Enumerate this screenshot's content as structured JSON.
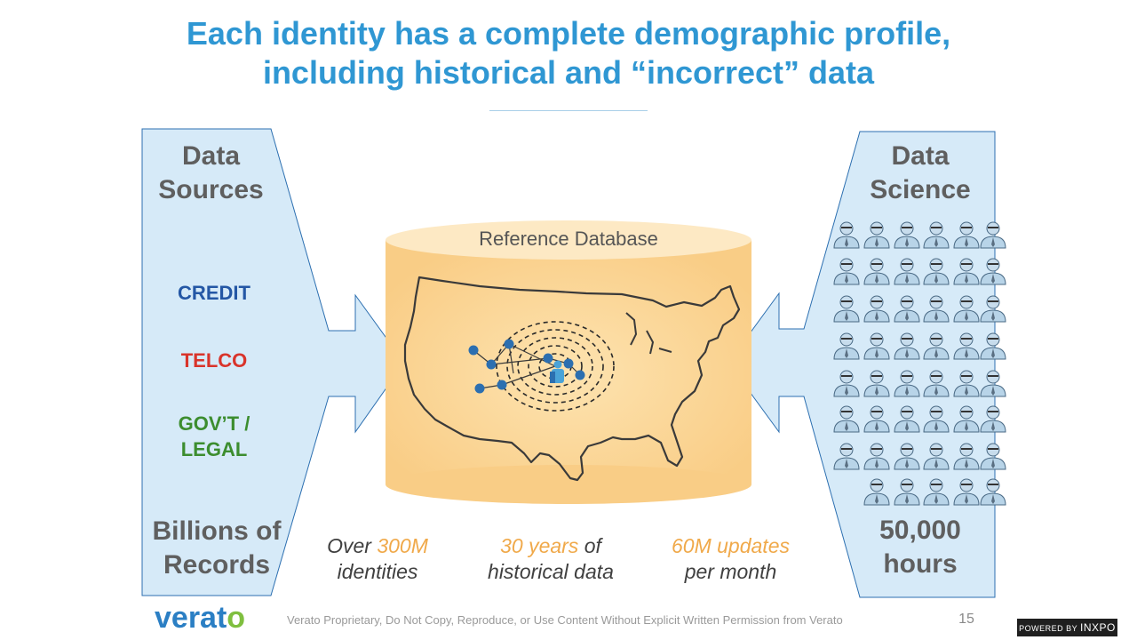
{
  "slide": {
    "title_line1": "Each identity has a complete demographic profile,",
    "title_line2": "including historical and “incorrect” data",
    "page_number": "15"
  },
  "left_panel": {
    "heading_line1": "Data",
    "heading_line2": "Sources",
    "sources": [
      {
        "label": "CREDIT",
        "color": "#2457a5"
      },
      {
        "label": "TELCO",
        "color": "#d9342b"
      },
      {
        "label_line1": "GOV’T /",
        "label_line2": "LEGAL",
        "color": "#3c8d2f"
      }
    ],
    "footer_line1": "Billions of",
    "footer_line2": "Records"
  },
  "center": {
    "database_label": "Reference Database",
    "stats": [
      {
        "pre": "Over ",
        "highlight": "300M",
        "post": "",
        "line2": "identities"
      },
      {
        "pre": "",
        "highlight": "30 years",
        "post": " of",
        "line2": "historical data"
      },
      {
        "pre": "",
        "highlight": "60M updates",
        "post": "",
        "line2": "per month"
      }
    ]
  },
  "right_panel": {
    "heading_line1": "Data",
    "heading_line2": "Science",
    "footer_line1": "50,000",
    "footer_line2": "hours",
    "person_icon": "scientist-person-icon"
  },
  "footer": {
    "logo_text_main": "verat",
    "logo_text_o": "o",
    "disclaimer": "Verato Proprietary, Do Not Copy, Reproduce, or Use Content Without Explicit Written Permission from Verato",
    "powered_by": "POWERED BY",
    "brand": "INXPO"
  },
  "colors": {
    "title": "#2f97d3",
    "panel_fill": "#d6eaf8",
    "panel_stroke": "#2c6fb0",
    "database_fill": "#fbd38c",
    "highlight": "#f0a94a",
    "node": "#2c6fb0"
  }
}
